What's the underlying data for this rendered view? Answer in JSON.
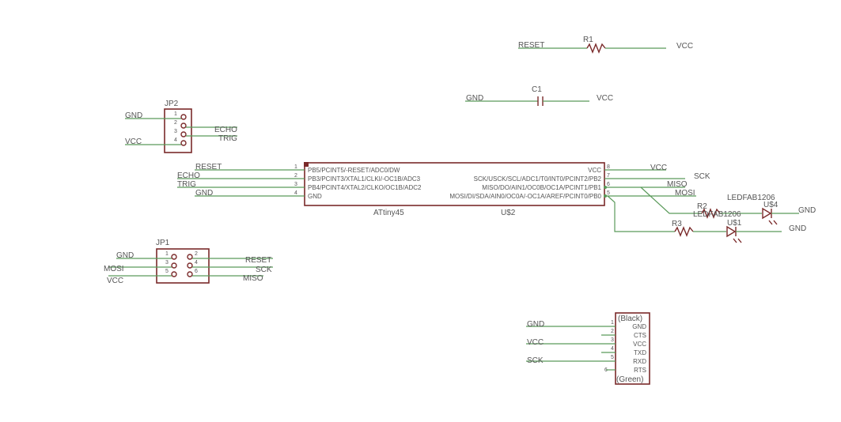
{
  "r1": {
    "name": "R1",
    "left_net": "RESET",
    "right_net": "VCC"
  },
  "c1": {
    "name": "C1",
    "left_net": "GND",
    "right_net": "VCC"
  },
  "jp2": {
    "name": "JP2",
    "pin_numbers": [
      "1",
      "2",
      "3",
      "4"
    ],
    "nets": [
      "GND",
      "ECHO",
      "TRIG",
      "VCC"
    ]
  },
  "u2": {
    "name": "ATtiny45",
    "ref": "U$2",
    "left_pins": [
      {
        "num": "1",
        "label": "PB5/PCINT5/-RESET/ADC0/DW",
        "net": "RESET"
      },
      {
        "num": "2",
        "label": "PB3/PCINT3/XTAL1/CLKI/-OC1B/ADC3",
        "net": "ECHO"
      },
      {
        "num": "3",
        "label": "PB4/PCINT4/XTAL2/CLKO/OC1B/ADC2",
        "net": "TRIG"
      },
      {
        "num": "4",
        "label": "GND",
        "net": "GND"
      }
    ],
    "right_pins": [
      {
        "num": "8",
        "label": "VCC",
        "net": "VCC"
      },
      {
        "num": "7",
        "label": "SCK/USCK/SCL/ADC1/T0/INT0/PCINT2/PB2",
        "net": "SCK"
      },
      {
        "num": "6",
        "label": "MISO/DO/AIN1/OC0B/OC1A/PCINT1/PB1",
        "net": "MISO"
      },
      {
        "num": "5",
        "label": "MOSI/DI/SDA/AIN0/OC0A/-OC1A/AREF/PCINT0/PB0",
        "net": "MOSI"
      }
    ]
  },
  "leds": {
    "r2_name": "R2",
    "r3_name": "R3",
    "led4_value": "LEDFAB1206",
    "led4_ref": "U$4",
    "led1_value": "LEDFAB1206",
    "led1_ref": "U$1",
    "gnd_top": "GND",
    "gnd_bottom": "GND"
  },
  "jp1": {
    "name": "JP1",
    "pin_numbers": [
      "1",
      "2",
      "3",
      "4",
      "5",
      "6"
    ],
    "left_nets": [
      "GND",
      "MOSI",
      "VCC"
    ],
    "right_nets": [
      "RESET",
      "SCK",
      "MISO"
    ]
  },
  "ftdi": {
    "top_label": "(Black)",
    "bottom_label": "(Green)",
    "pin_numbers": [
      "1",
      "2",
      "3",
      "4",
      "5",
      "6"
    ],
    "pins": [
      "GND",
      "CTS",
      "VCC",
      "TXD",
      "RXD",
      "RTS"
    ],
    "nets": [
      "GND",
      "VCC",
      "SCK"
    ]
  }
}
